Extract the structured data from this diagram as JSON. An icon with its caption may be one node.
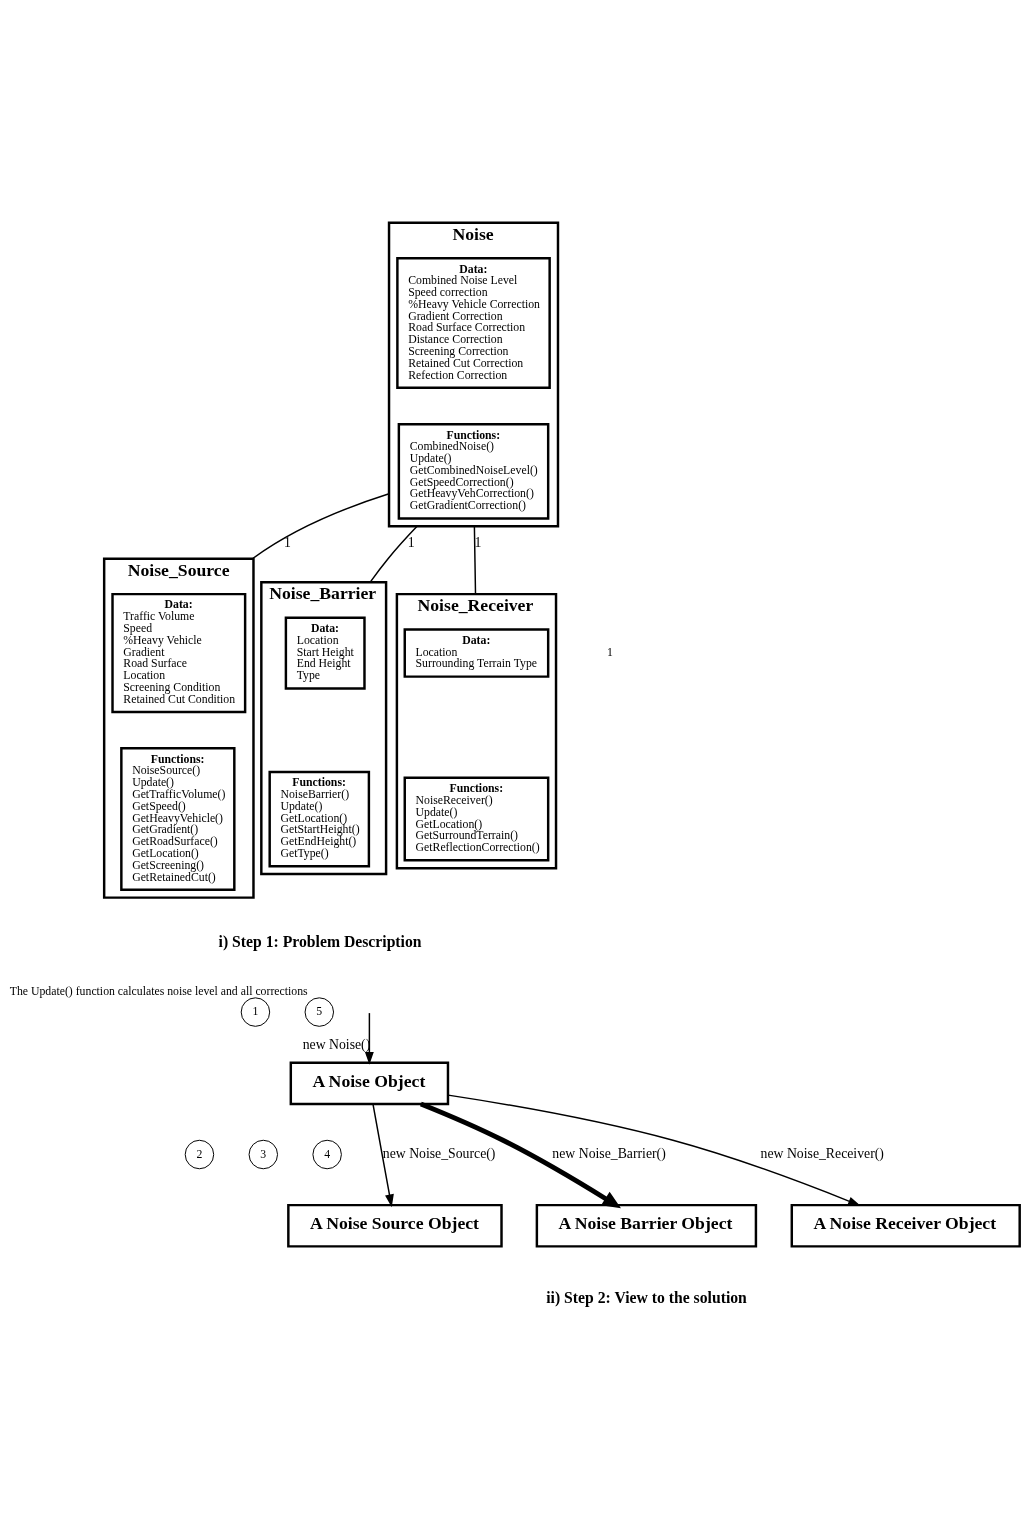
{
  "diagram": {
    "nodes": [
      {
        "text": [
          "Noise"
        ]
      },
      {
        "text": [
          "Data:",
          "Combined Noise Level",
          "Speed correction",
          "%Heavy Vehicle Correction",
          "Gradient Correction",
          "Road Surface Correction",
          "Distance Correction",
          "Screening Correction",
          "Retained Cut Correction",
          "Refection Correction"
        ],
        "in": 0
      },
      {
        "text": [
          "Functions:",
          "CombinedNoise()",
          "Update()",
          "GetCombinedNoiseLevel()",
          "GetSpeedCorrection()",
          "GetHeavyVehCorrection()",
          "GetGradientCorrection()"
        ],
        "in": 0
      },
      {
        "text": [
          "Noise_Source"
        ]
      },
      {
        "text": [
          "Data:",
          "Traffic Volume",
          "Speed",
          "%Heavy Vehicle",
          "Gradient",
          "Road Surface",
          "Location",
          "Screening Condition",
          "Retained Cut Condition"
        ],
        "in": 3
      },
      {
        "text": [
          "Functions:",
          "NoiseSource()",
          "Update()",
          "GetTrafficVolume()",
          "GetSpeed()",
          "GetHeavyVehicle()",
          "GetGradient()",
          "GetRoadSurface()",
          "GetLocation()",
          "GetScreening()",
          "GetRetainedCut()"
        ],
        "in": 3
      },
      {
        "text": [
          "Noise_Barrier"
        ]
      },
      {
        "text": [
          "Data:",
          "Location",
          "Start Height",
          "End Height",
          "Type"
        ],
        "in": 6
      },
      {
        "text": [
          "Functions:",
          "NoiseBarrier()",
          "Update()",
          "GetLocation()",
          "GetStartHeight()",
          "GetEndHeight()",
          "GetType()"
        ],
        "in": 6
      },
      {
        "text": [
          "Noise_Receiver"
        ]
      },
      {
        "text": [
          "Data:",
          "Location",
          "Surrounding Terrain Type"
        ],
        "in": 9
      },
      {
        "text": [
          "Functions:",
          "NoiseReceiver()",
          "Update()",
          "GetLocation()",
          "GetSurroundTerrain()",
          "GetReflectionCorrection()"
        ],
        "in": 9
      },
      {
        "text": [
          "1"
        ]
      },
      {
        "text": [
          "5"
        ],
        "beside": [
          "The Update() function calculates noise level and all corrections"
        ]
      },
      {
        "text": [
          "A Noise Object"
        ]
      },
      {
        "text": [
          "2"
        ]
      },
      {
        "text": [
          "3"
        ]
      },
      {
        "text": [
          "4"
        ]
      },
      {
        "text": [
          "A Noise Source Object"
        ]
      },
      {
        "text": [
          "A Noise Barrier Object"
        ]
      },
      {
        "text": [
          "A Noise Receiver Object"
        ]
      }
    ],
    "edges": [
      {
        "from": 0,
        "to": 3,
        "arrow": "none",
        "label": "1"
      },
      {
        "from": 0,
        "to": 6,
        "arrow": "none",
        "label": "1"
      },
      {
        "from": 0,
        "to": 9,
        "arrow": "none",
        "label": "1"
      },
      {
        "from": null,
        "to": 14,
        "arrow": "to",
        "label": "new Noise()"
      },
      {
        "from": 14,
        "to": 18,
        "arrow": "to",
        "label": "new Noise_Source()"
      },
      {
        "from": 14,
        "to": 19,
        "arrow": "to",
        "label": "new Noise_Barrier()",
        "style": "thick"
      },
      {
        "from": 14,
        "to": 20,
        "arrow": "to",
        "label": "new Noise_Receiver()"
      }
    ],
    "labels": [
      "1",
      "i) Step 1: Problem Description",
      "ii) Step 2: View to the solution"
    ]
  }
}
